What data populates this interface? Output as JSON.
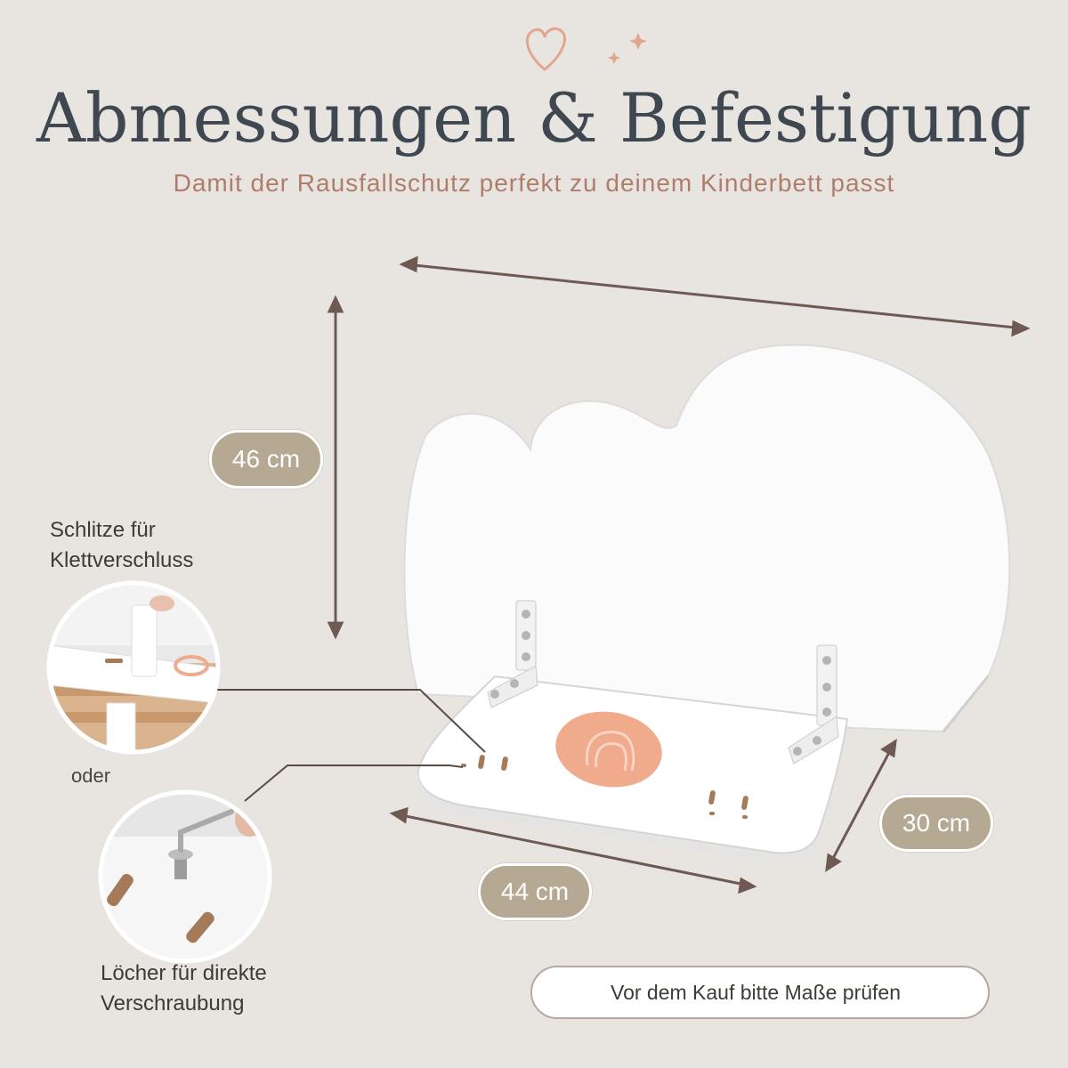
{
  "header": {
    "title": "Abmessungen & Befestigung",
    "subtitle": "Damit der Rausfallschutz perfekt zu deinem Kinderbett passt"
  },
  "dimensions": {
    "height": "46 cm",
    "depth": "30 cm",
    "width": "44 cm"
  },
  "callouts": {
    "slots": "Schlitze für\nKlettverschluss",
    "or": "oder",
    "holes": "Löcher für direkte\nVerschraubung"
  },
  "note": {
    "icon": "cloud-icon",
    "text": "Vor dem Kauf bitte Maße prüfen"
  },
  "colors": {
    "background": "#e8e5e1",
    "title": "#3f4750",
    "subtitle": "#b07d6d",
    "pill": "#b6a994",
    "arrow": "#6e5a52",
    "accent_circle": "#f0aa8c"
  }
}
